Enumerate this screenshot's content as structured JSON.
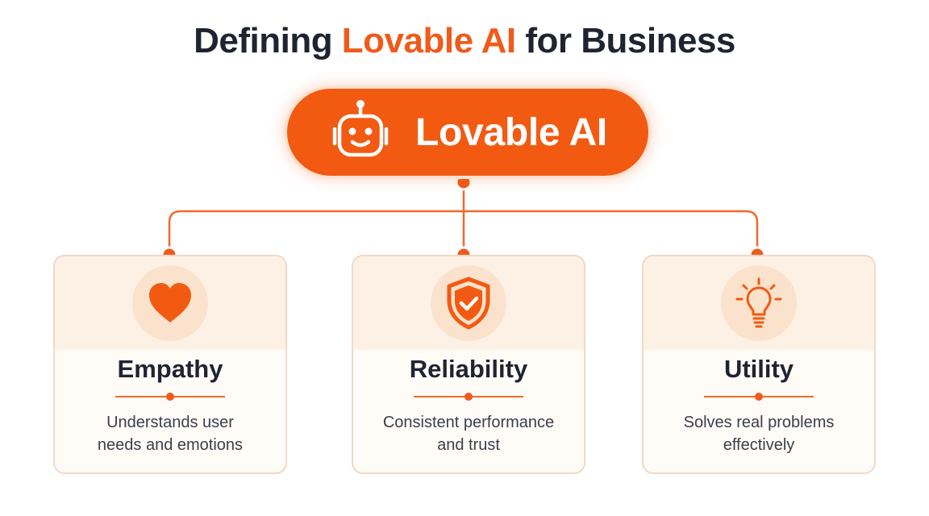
{
  "title": {
    "prefix": "Defining ",
    "highlight": "Lovable AI",
    "suffix": " for Business"
  },
  "hub": {
    "label": "Lovable AI",
    "icon": "robot-icon"
  },
  "colors": {
    "accent": "#f25a12",
    "dark_text": "#1f2430",
    "card_bg": "#fffbf7",
    "card_border": "#f0d9c6"
  },
  "cards": [
    {
      "title": "Empathy",
      "desc_line1": "Understands user",
      "desc_line2": "needs and emotions",
      "icon": "heart-icon"
    },
    {
      "title": "Reliability",
      "desc_line1": "Consistent performance",
      "desc_line2": "and trust",
      "icon": "shield-check-icon"
    },
    {
      "title": "Utility",
      "desc_line1": "Solves real problems",
      "desc_line2": "effectively",
      "icon": "lightbulb-icon"
    }
  ]
}
